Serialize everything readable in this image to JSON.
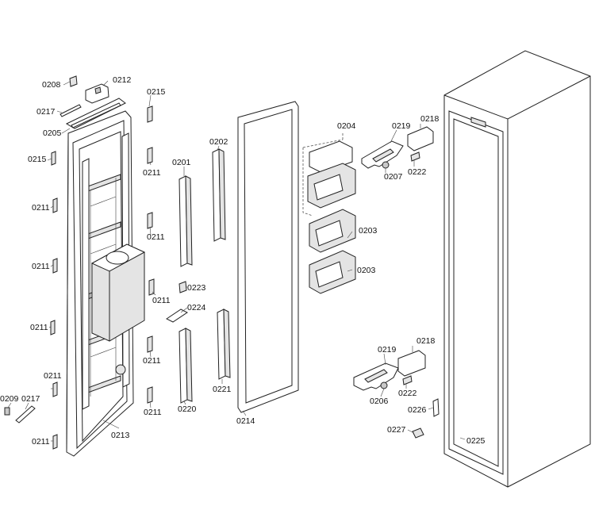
{
  "labels": {
    "l0208": "0208",
    "l0212": "0212",
    "l0217a": "0217",
    "l0215a": "0215",
    "l0205": "0205",
    "l0215b": "0215",
    "l0211a": "0211",
    "l0211b": "0211",
    "l0211c": "0211",
    "l0211d": "0211",
    "l0211e": "0211",
    "l0211f": "0211",
    "l0211g": "0211",
    "l0211h": "0211",
    "l0211i": "0211",
    "l0211j": "0211",
    "l0209": "0209",
    "l0217b": "0217",
    "l0213": "0213",
    "l0201": "0201",
    "l0202": "0202",
    "l0223": "0223",
    "l0224": "0224",
    "l0220": "0220",
    "l0221": "0221",
    "l0214": "0214",
    "l0204": "0204",
    "l0203a": "0203",
    "l0203b": "0203",
    "l0219a": "0219",
    "l0218a": "0218",
    "l0207": "0207",
    "l0222a": "0222",
    "l0219b": "0219",
    "l0218b": "0218",
    "l0222b": "0222",
    "l0206": "0206",
    "l0226": "0226",
    "l0227": "0227",
    "l0225": "0225"
  }
}
